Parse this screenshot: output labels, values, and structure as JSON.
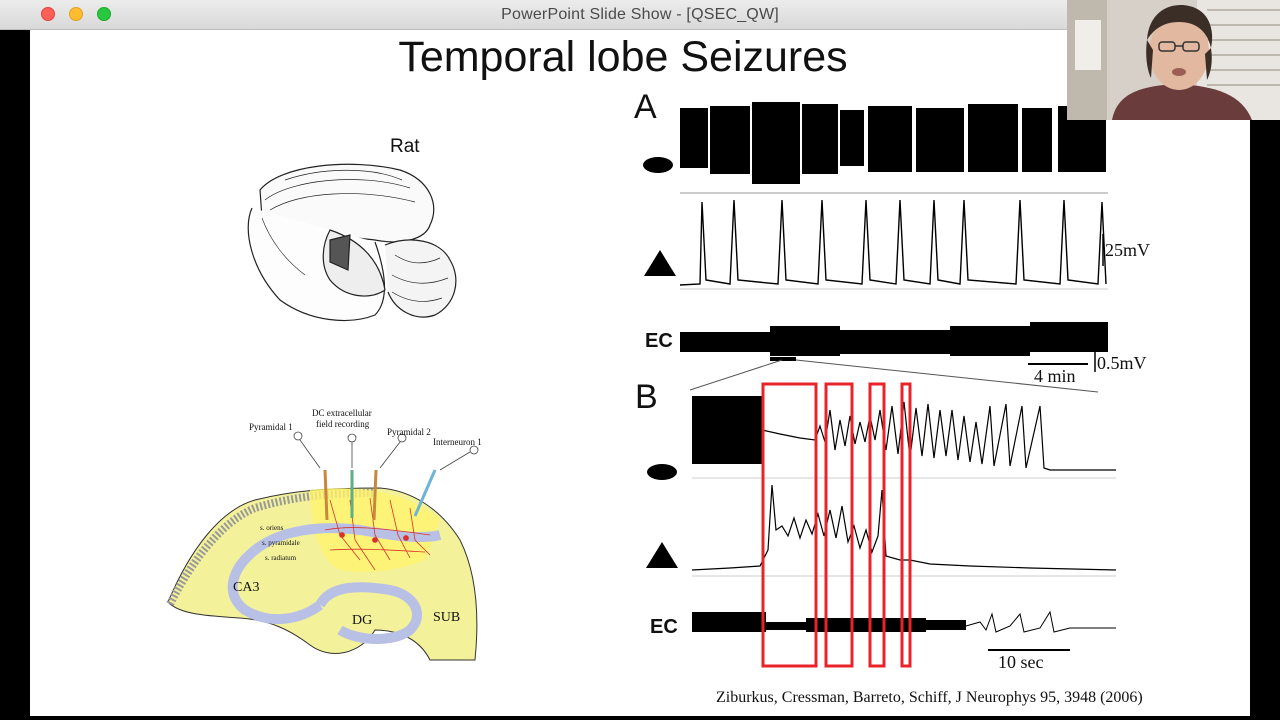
{
  "window": {
    "title": "PowerPoint Slide Show - [QSEC_QW]"
  },
  "slide": {
    "title": "Temporal lobe Seizures",
    "rat_label": "Rat",
    "hippocampus_labels": {
      "pyramidal1": "Pyramidal 1",
      "dc_recording_line1": "DC extracellular",
      "dc_recording_line2": "field recording",
      "pyramidal2": "Pyramidal 2",
      "interneuron1": "Interneuron 1",
      "s_oriens": "s. oriens",
      "s_pyramidale": "s. pyramidale",
      "s_radiatum": "s. radiatum",
      "ca3": "CA3",
      "dg": "DG",
      "sub": "SUB"
    },
    "panel_a": {
      "letter": "A",
      "ec_label": "EC",
      "scale_voltage_1": "25mV",
      "scale_voltage_2": "0.5mV",
      "scale_time": "4 min"
    },
    "panel_b": {
      "letter": "B",
      "ec_label": "EC",
      "scale_time": "10 sec"
    },
    "citation": "Ziburkus, Cressman, Barreto, Schiff, J Neurophys 95, 3948 (2006)"
  },
  "colors": {
    "highlight_box": "#e8232a",
    "hippocampus_fill": "#f3f29a",
    "ca_layer": "#b9c0e6",
    "electrode": "#c8873a"
  }
}
